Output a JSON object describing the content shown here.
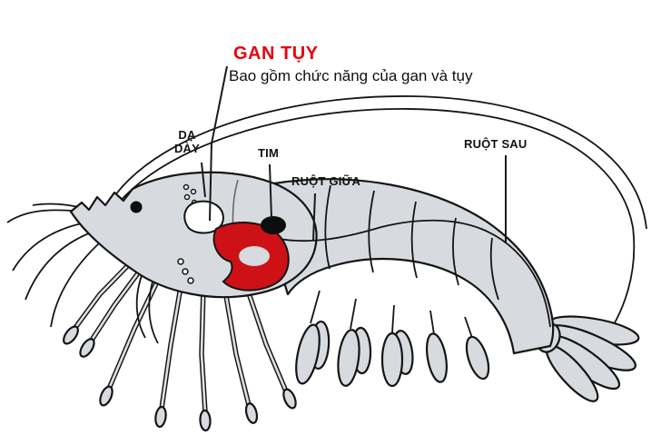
{
  "diagram": {
    "title": "GAN TỤY",
    "subtitle": "Bao gồm chức năng của gan và tụy",
    "labels": {
      "stomach": "DẠ DÀY",
      "heart": "TIM",
      "midgut": "RUỘT GIỮA",
      "hindgut": "RUỘT SAU"
    },
    "colors": {
      "accent_red": "#e8000d",
      "organ_red": "#ce1117",
      "body_fill": "#d7dbdf",
      "outline": "#141414"
    }
  }
}
